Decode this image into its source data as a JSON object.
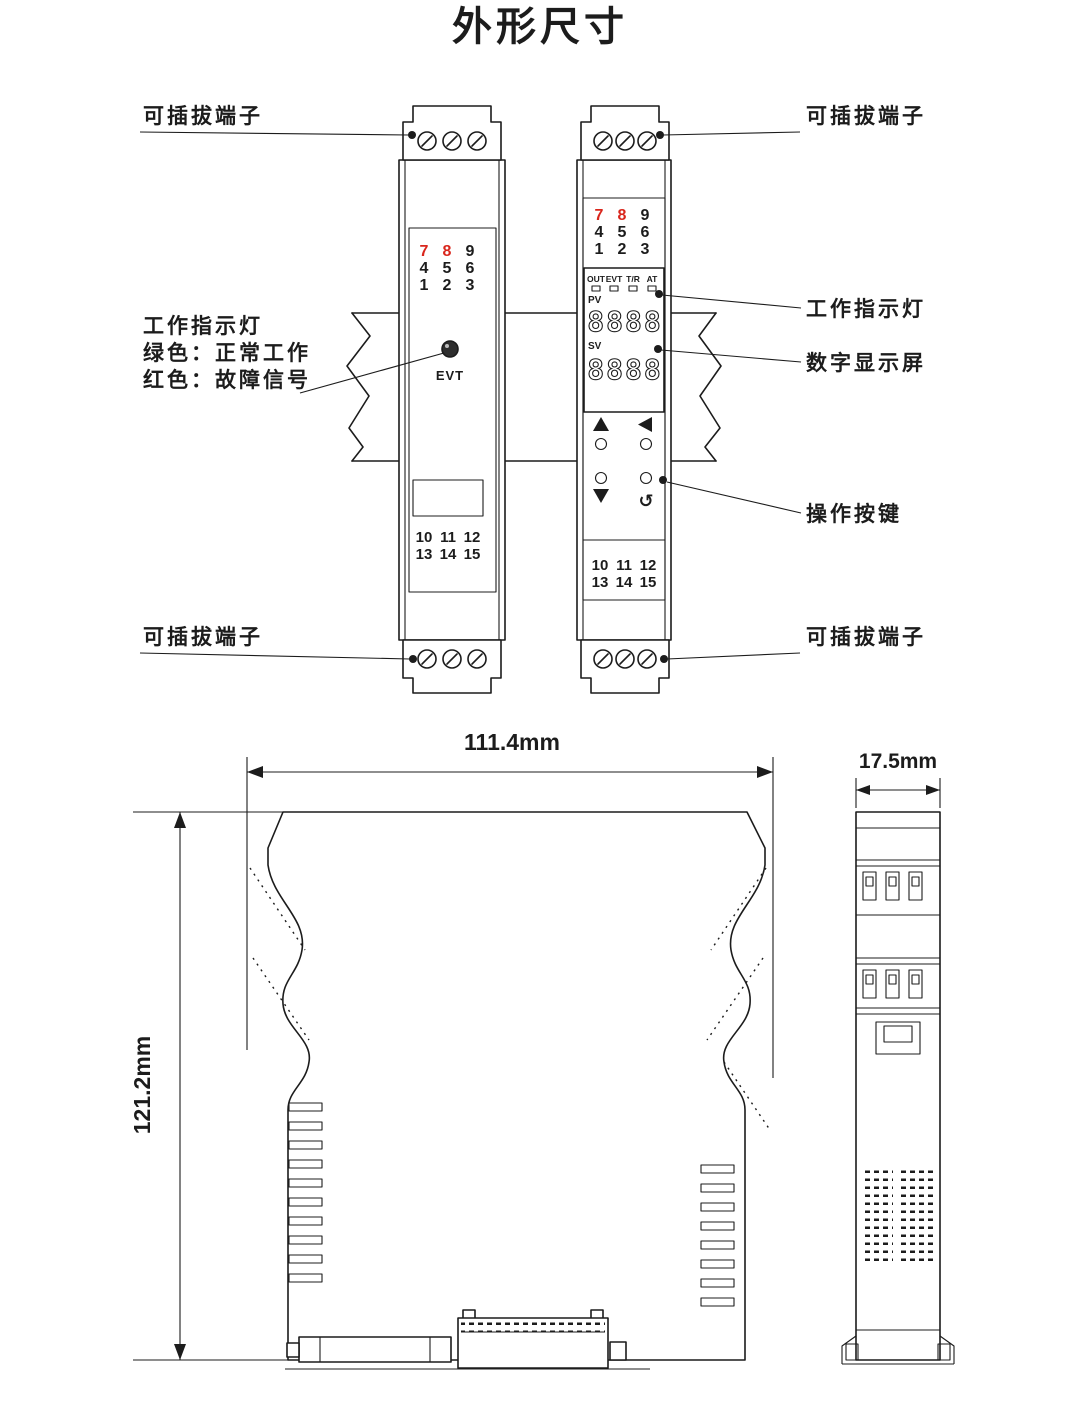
{
  "title": "外形尺寸",
  "colors": {
    "ink": "#1c1c1c",
    "red": "#d9261c"
  },
  "icons": {
    "loop_arrow": "↺",
    "up_arrow": "▲",
    "left_arrow": "◀",
    "down_arrow": "▼"
  },
  "callouts": {
    "top_left_terminal": "可插拔端子",
    "top_right_terminal": "可插拔端子",
    "bottom_left_terminal": "可插拔端子",
    "bottom_right_terminal": "可插拔端子",
    "indicator_title": "工作指示灯",
    "indicator_green": "绿色：正常工作",
    "indicator_red": "红色：故障信号",
    "work_indicator": "工作指示灯",
    "digital_display": "数字显示屏",
    "operation_keys": "操作按键"
  },
  "left_device": {
    "top_terminal_rows": [
      [
        "7",
        "8",
        "9"
      ],
      [
        "4",
        "5",
        "6"
      ],
      [
        "1",
        "2",
        "3"
      ]
    ],
    "evt_label": "EVT",
    "bottom_terminal_rows": [
      [
        "10",
        "11",
        "12"
      ],
      [
        "13",
        "14",
        "15"
      ]
    ]
  },
  "right_device": {
    "top_terminal_rows": [
      [
        "7",
        "8",
        "9"
      ],
      [
        "4",
        "5",
        "6"
      ],
      [
        "1",
        "2",
        "3"
      ]
    ],
    "status_labels": [
      "OUT",
      "EVT",
      "T/R",
      "AT"
    ],
    "pv_label": "PV",
    "pv_value": "8888",
    "sv_label": "SV",
    "sv_value": "8888",
    "bottom_terminal_rows": [
      [
        "10",
        "11",
        "12"
      ],
      [
        "13",
        "14",
        "15"
      ]
    ]
  },
  "dimensions": {
    "width_label": "111.4mm",
    "height_label": "121.2mm",
    "depth_label": "17.5mm"
  }
}
